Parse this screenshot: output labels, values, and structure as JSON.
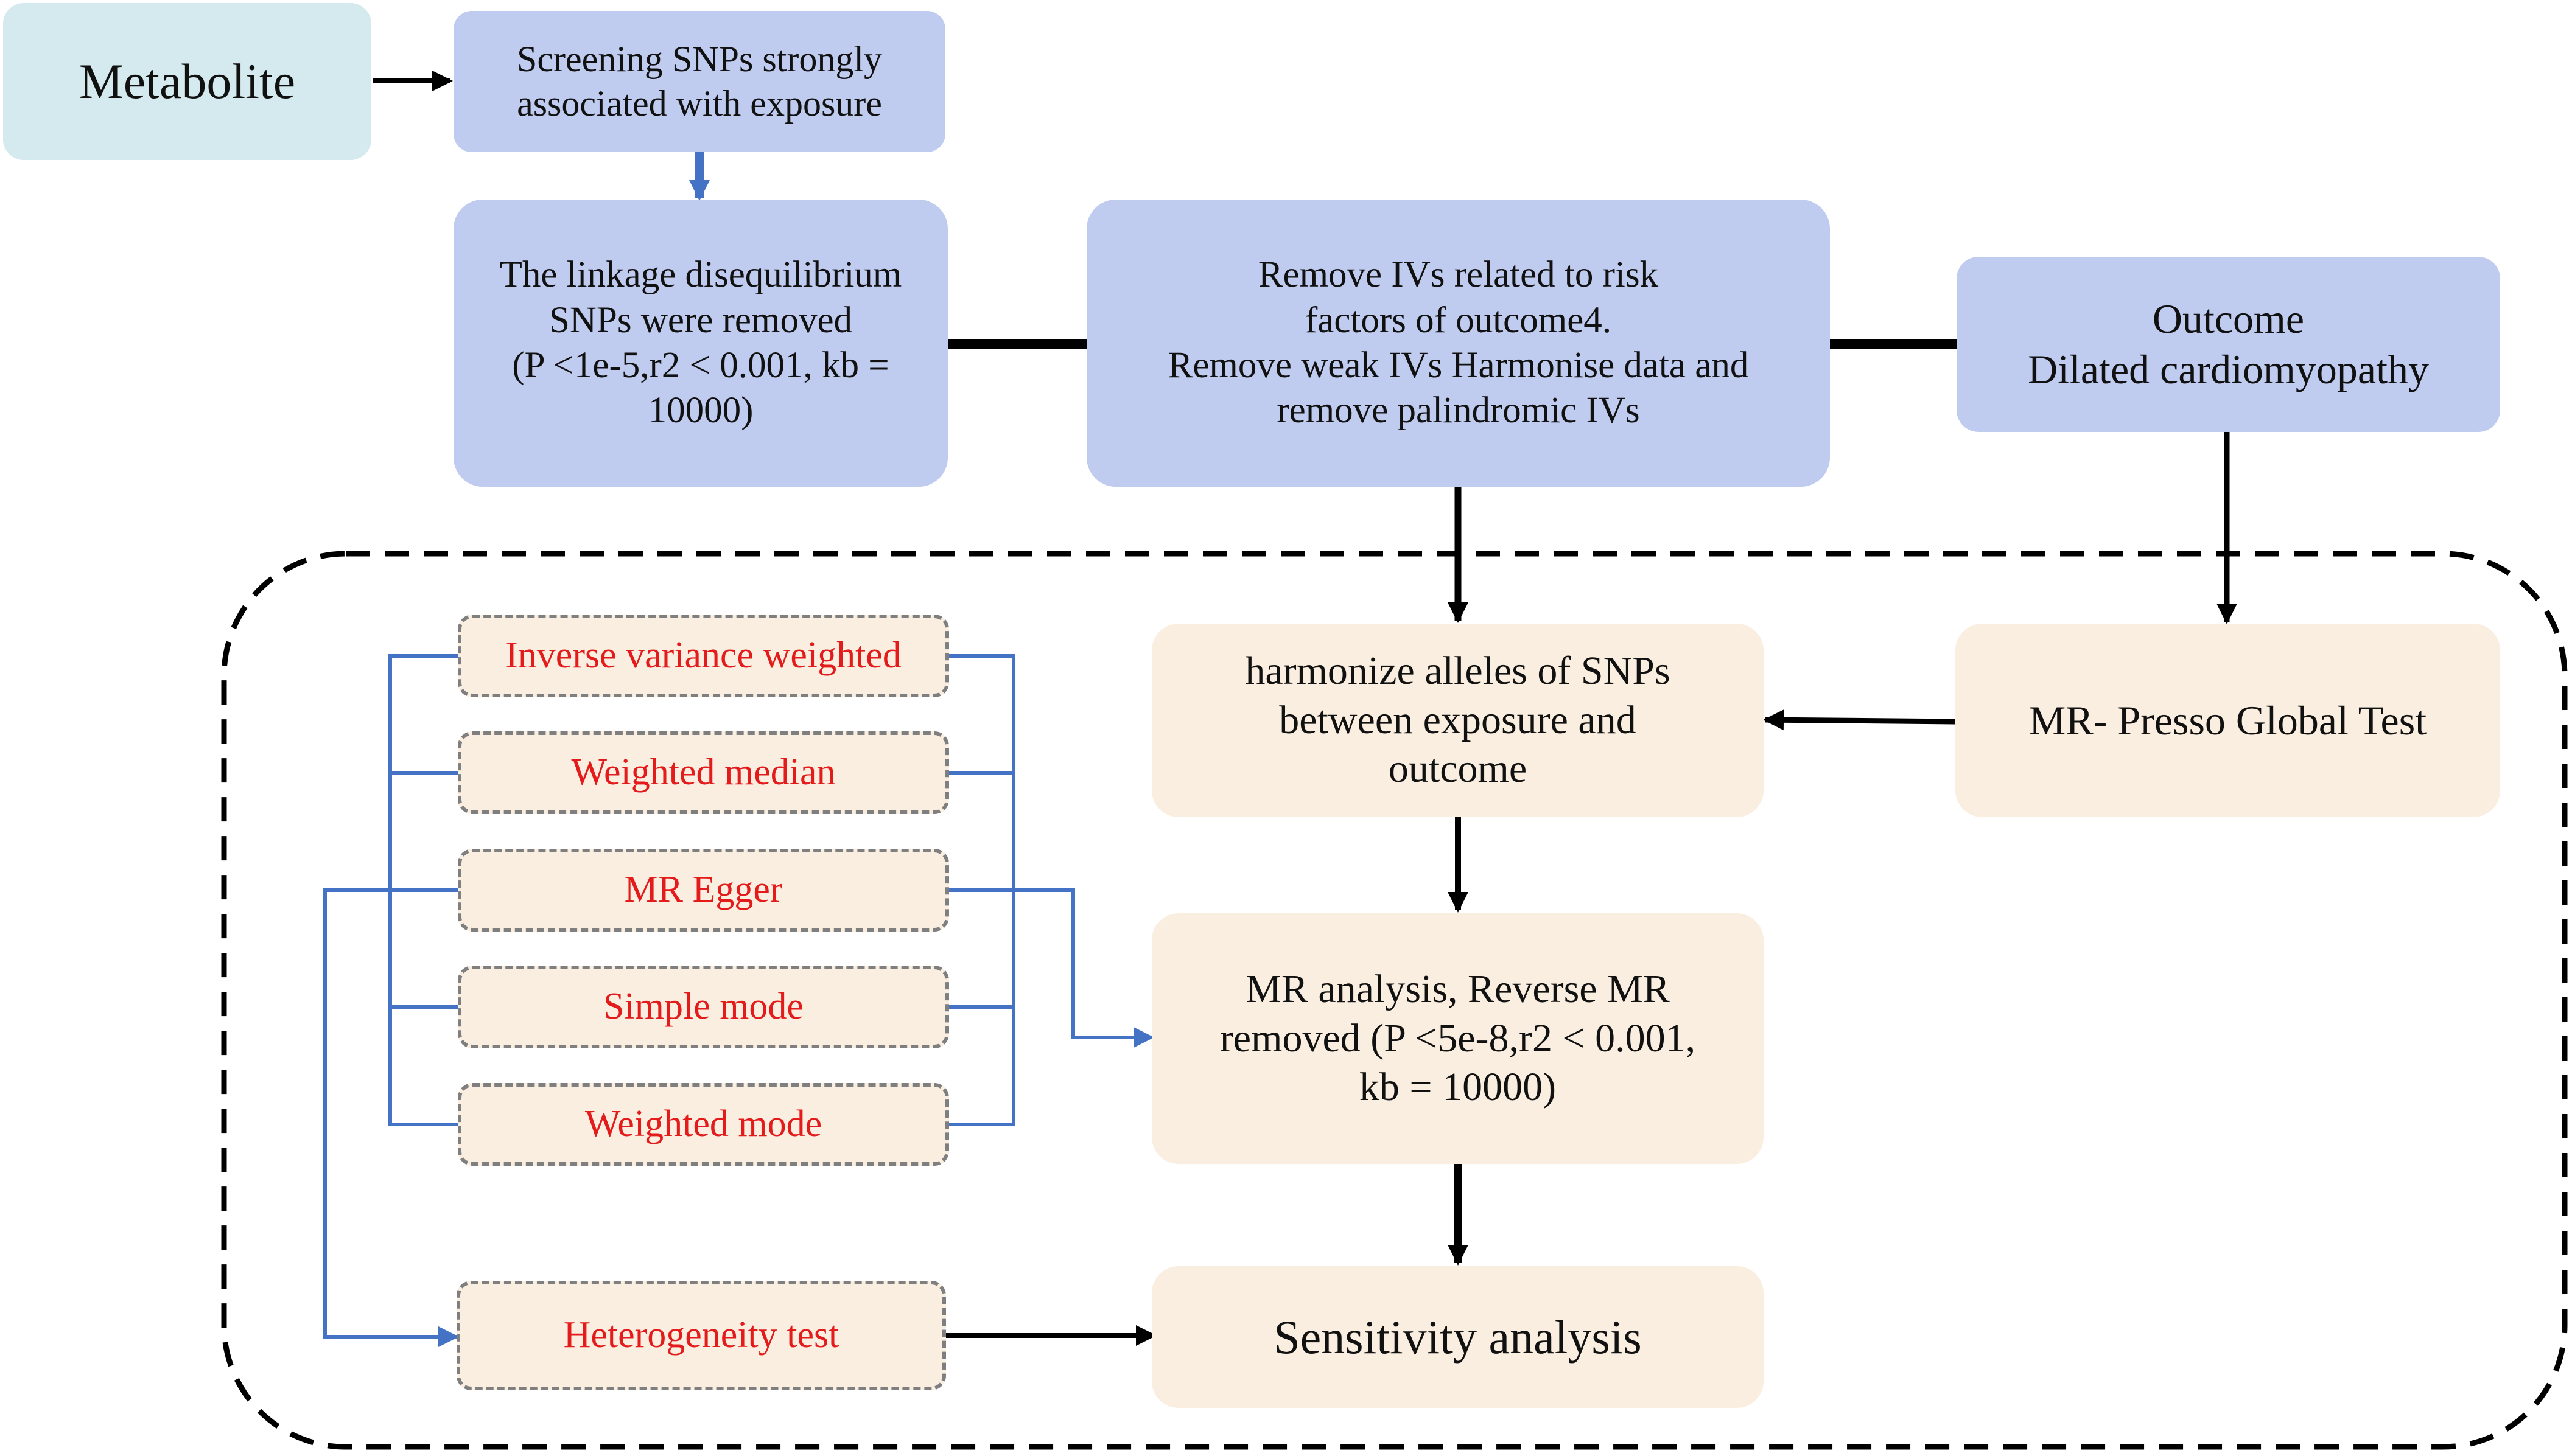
{
  "nodes": {
    "metabolite": "Metabolite",
    "screening": "Screening SNPs strongly\nassociated with exposure",
    "linkage": "The linkage disequilibrium\nSNPs were removed\n(P <1e-5,r2 < 0.001, kb =\n10000)",
    "remove_ivs": "Remove IVs related to risk\nfactors of outcome4.\nRemove weak IVs  Harmonise data and\nremove palindromic IVs",
    "outcome": "Outcome\nDilated cardiomyopathy",
    "harmonize": "harmonize alleles of SNPs\nbetween exposure and\noutcome",
    "presso": "MR- Presso Global Test",
    "mr_analysis": "MR analysis, Reverse MR\nremoved (P <5e-8,r2 < 0.001,\nkb = 10000)",
    "sensitivity": "Sensitivity analysis"
  },
  "methods": {
    "ivw": "Inverse variance weighted",
    "weighted_median": "Weighted median",
    "mr_egger": "MR Egger",
    "simple_mode": "Simple mode",
    "weighted_mode": "Weighted mode",
    "heterogeneity": "Heterogeneity test"
  },
  "colors": {
    "blue_box": "#bfcbef",
    "cream_box": "#f9eee0",
    "teal_box": "#d4eaee",
    "method_text": "#e31b1b",
    "method_border": "#7f7f7f",
    "blue_connector": "#4472c4",
    "black_connector": "#000000"
  }
}
